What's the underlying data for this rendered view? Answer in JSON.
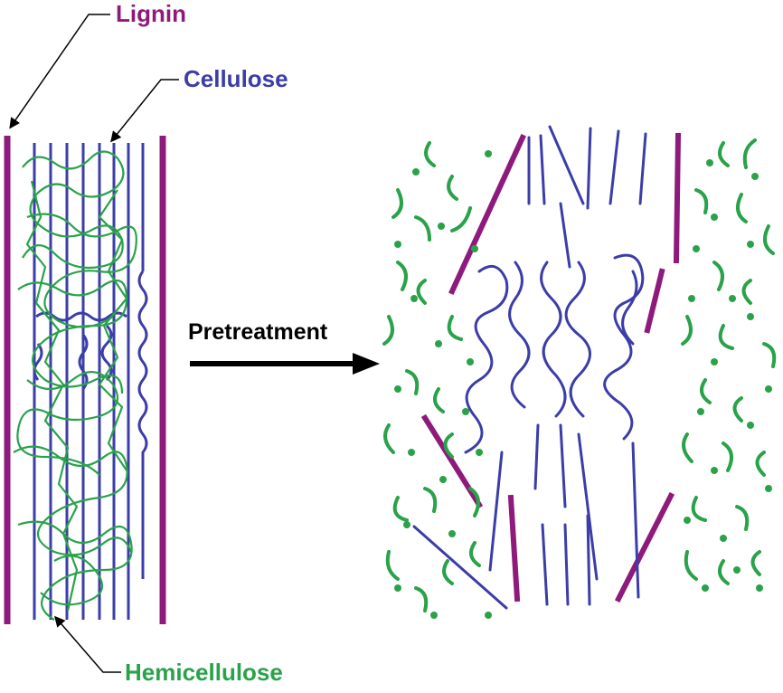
{
  "labels": {
    "lignin": "Lignin",
    "cellulose": "Cellulose",
    "hemicellulose": "Hemicellulose",
    "pretreatment": "Pretreatment"
  },
  "colors": {
    "lignin": "#8e1a7c",
    "cellulose": "#3b3da8",
    "hemicellulose": "#2aa24a",
    "arrow": "#000000"
  }
}
